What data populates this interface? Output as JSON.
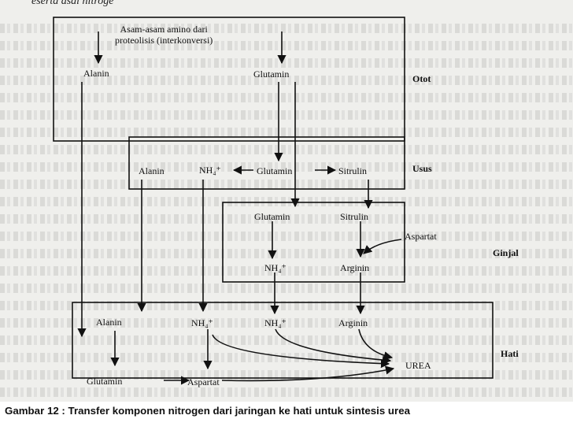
{
  "header_fragment": "eserta asal nitroge",
  "organs": {
    "otot": "Otot",
    "usus": "Usus",
    "ginjal": "Ginjal",
    "hati": "Hati"
  },
  "otot_box": {
    "source": "Asam-asam amino dari\nproteolisis (interkonversi)",
    "alanin": "Alanin",
    "glutamin": "Glutamin"
  },
  "usus_box": {
    "alanin": "Alanin",
    "nh4": "NH₄⁺",
    "glutamin": "Glutamin",
    "sitrulin": "Sitrulin"
  },
  "ginjal_box": {
    "glutamin": "Glutamin",
    "sitrulin": "Sitrulin",
    "aspartat": "Aspartat",
    "nh4": "NH₄⁺",
    "arginin": "Arginin"
  },
  "hati_box": {
    "alanin": "Alanin",
    "nh4_a": "NH₄⁺",
    "nh4_b": "NH₄⁺",
    "arginin": "Arginin",
    "urea": "UREA",
    "glutamin": "Glutamin",
    "aspartat": "Aspartat"
  },
  "caption": "Gambar 12 : Transfer komponen nitrogen dari jaringan ke hati untuk sintesis urea"
}
